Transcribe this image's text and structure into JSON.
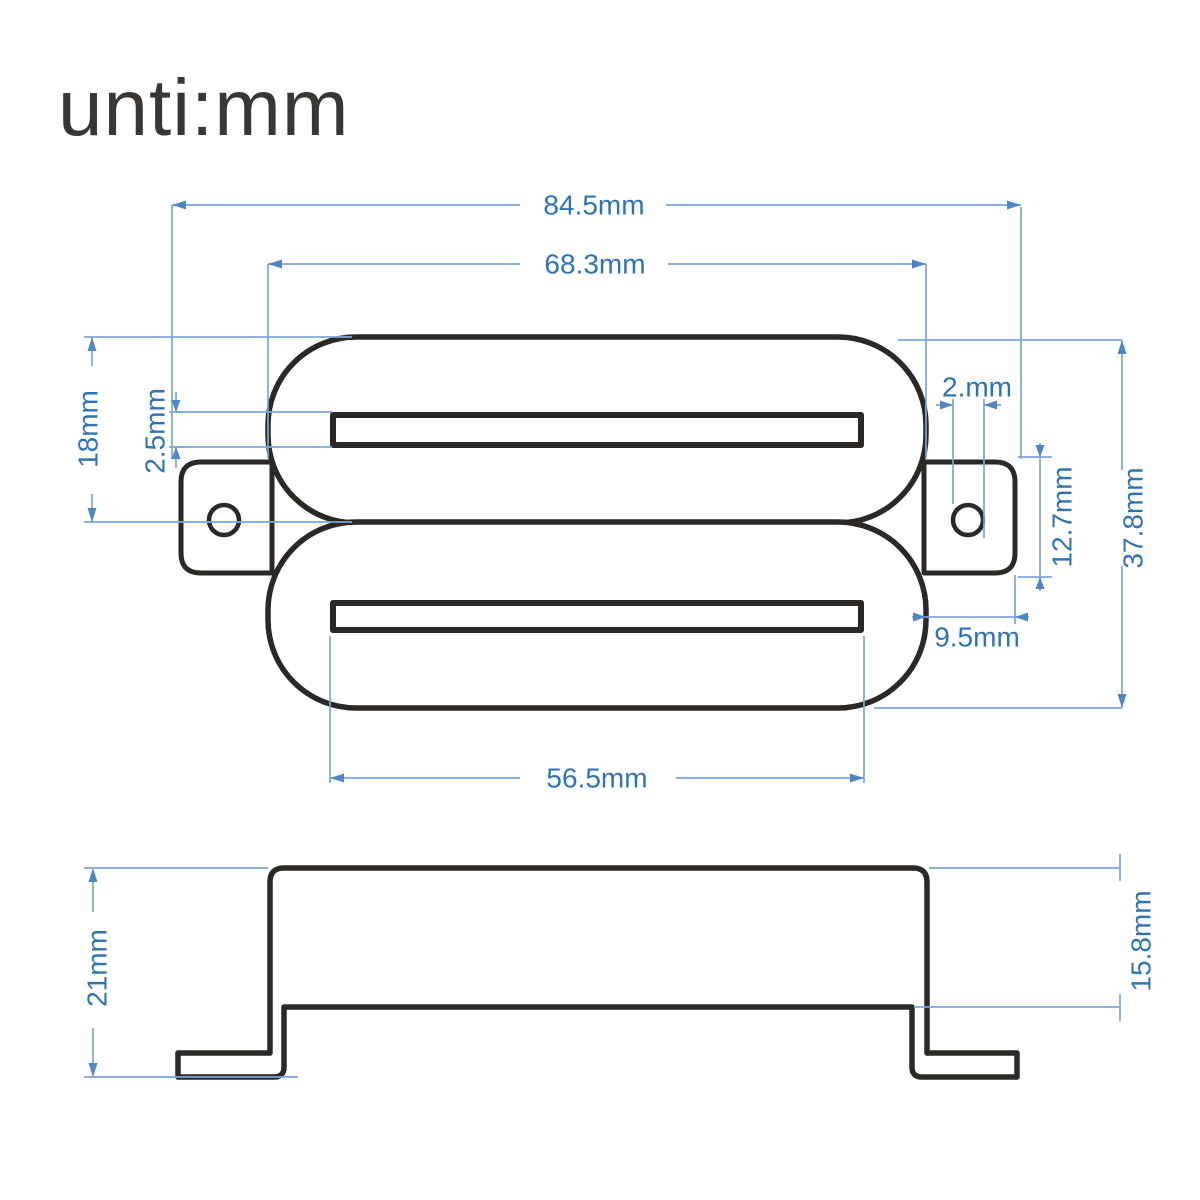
{
  "title": "unti:mm",
  "colors": {
    "drawing_ink": "#2b2826",
    "dimension_line": "#7ca6d8",
    "dimension_text": "#2e74b5",
    "background": "#ffffff"
  },
  "front_view": {
    "description": "humbucker pickup front view with two rail bobbins, mounting ears and screw holes",
    "dims": {
      "overall_width": "84.5mm",
      "body_width": "68.3mm",
      "top_to_hole_center": "18mm",
      "slot_height": "2.5mm",
      "hole_inset": "2.mm",
      "ear_height": "12.7mm",
      "body_height": "37.8mm",
      "ear_width": "9.5mm",
      "slot_width": "56.5mm"
    }
  },
  "side_view": {
    "description": "pickup side profile with mounting feet",
    "dims": {
      "overall_height": "21mm",
      "cover_height": "15.8mm"
    }
  }
}
